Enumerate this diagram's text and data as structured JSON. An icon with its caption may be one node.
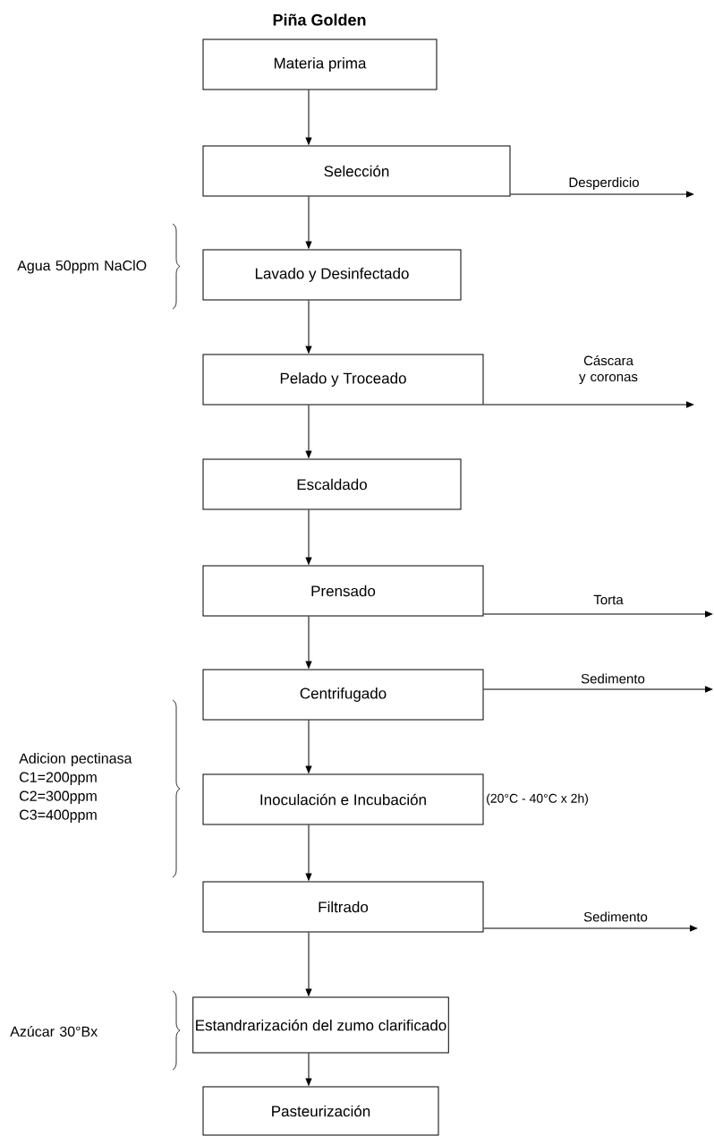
{
  "diagram": {
    "title": "Piña Golden",
    "nodes": [
      {
        "text": [
          "Materia prima"
        ]
      },
      {
        "text": [
          "Selección"
        ]
      },
      {
        "text": [
          "Lavado y Desinfectado"
        ]
      },
      {
        "text": [
          "Pelado y Troceado"
        ]
      },
      {
        "text": [
          "Escaldado"
        ]
      },
      {
        "text": [
          "Prensado"
        ]
      },
      {
        "text": [
          "Centrifugado"
        ]
      },
      {
        "text": [
          "Inoculación e Incubación"
        ],
        "beside": [
          "(20°C - 40°C x 2h)"
        ]
      },
      {
        "text": [
          "Filtrado"
        ]
      },
      {
        "text": [
          "Estandrarización del zumo clarificado"
        ]
      },
      {
        "text": [
          "Pasteurización"
        ]
      }
    ],
    "edges": [
      {
        "from": 0,
        "to": 1,
        "arrow": "to"
      },
      {
        "from": 1,
        "to": null,
        "arrow": "to",
        "label": "Desperdicio"
      },
      {
        "from": 1,
        "to": 2,
        "arrow": "to"
      },
      {
        "from": 2,
        "to": 3,
        "arrow": "to"
      },
      {
        "from": 3,
        "to": null,
        "arrow": "to",
        "label": "Cáscara y coronas"
      },
      {
        "from": 3,
        "to": 4,
        "arrow": "to"
      },
      {
        "from": 4,
        "to": 5,
        "arrow": "to"
      },
      {
        "from": 5,
        "to": null,
        "arrow": "to",
        "label": "Torta"
      },
      {
        "from": 5,
        "to": 6,
        "arrow": "to"
      },
      {
        "from": 6,
        "to": null,
        "arrow": "to",
        "label": "Sedimento"
      },
      {
        "from": 6,
        "to": 7,
        "arrow": "to"
      },
      {
        "from": 7,
        "to": 8,
        "arrow": "to"
      },
      {
        "from": 8,
        "to": null,
        "arrow": "to",
        "label": "Sedimento"
      },
      {
        "from": 8,
        "to": 9,
        "arrow": "to"
      },
      {
        "from": 9,
        "to": 10,
        "arrow": "to"
      }
    ],
    "labels": [
      "Agua 50ppm NaClO",
      "Adicion pectinasa C1=200ppm C2=300ppm C3=400ppm",
      "Azúcar 30°Bx"
    ]
  }
}
